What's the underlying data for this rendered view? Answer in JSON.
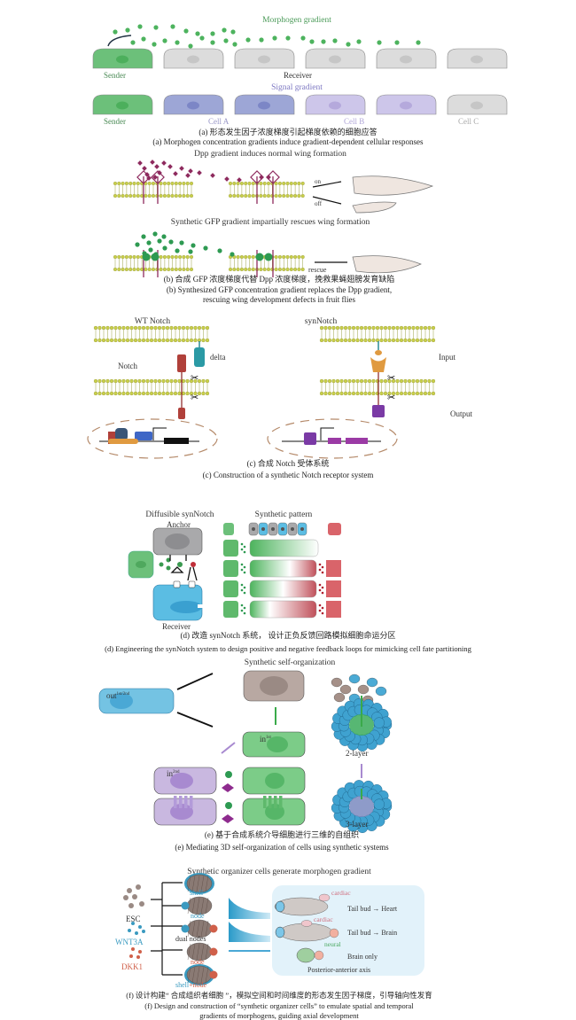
{
  "panel_a": {
    "title": "Morphogen gradient",
    "sender": "Sender",
    "receiver": "Receiver",
    "signal_title": "Signal gradient",
    "sender2": "Sender",
    "cell_a": "Cell A",
    "cell_b": "Cell B",
    "cell_c": "Cell C",
    "caption_cn": "(a) 形态发生因子浓度梯度引起梯度依赖的细胞应答",
    "caption_en": "(a) Morphogen concentration gradients induce gradient-dependent cellular responses"
  },
  "panel_b": {
    "title1": "Dpp gradient induces normal wing formation",
    "on": "on",
    "off": "off",
    "title2": "Synthetic GFP gradient impartially rescues wing formation",
    "rescue": "rescue",
    "caption_cn": "(b) 合成 GFP 浓度梯度代替 Dpp 浓度梯度，挽救果蝇翅膀发育缺陷",
    "caption_en1": "(b) Synthesized GFP concentration gradient replaces the Dpp gradient,",
    "caption_en2": "rescuing wing development defects in fruit flies"
  },
  "panel_c": {
    "wt": "WT Notch",
    "syn": "synNotch",
    "delta": "delta",
    "notch": "Notch",
    "input": "Input",
    "output": "Output",
    "caption_cn": "(c) 合成 Notch 受体系统",
    "caption_en": "(c) Construction of a synthetic Notch receptor system"
  },
  "panel_d": {
    "title1": "Diffusible synNotch",
    "title2": "Synthetic pattern",
    "anchor": "Anchor",
    "receiver": "Receiver",
    "caption_cn": "(d) 改造 synNotch 系统， 设计正负反馈回路模拟细胞命运分区",
    "caption_en": "(d) Engineering the synNotch system to design positive and negative feedback loops for mimicking cell fate partitioning"
  },
  "panel_e": {
    "title": "Synthetic self-organization",
    "out": "out",
    "out_sup": "1st/2nd",
    "in1": "in",
    "in1_sup": "1st",
    "in2": "in",
    "in2_sup": "2nd",
    "layer2": "2-layer",
    "layer3": "3-layer",
    "caption_cn": "(e) 基于合成系统介导细胞进行三维的自组织",
    "caption_en": "(e) Mediating 3D self-organization of cells using synthetic systems"
  },
  "panel_f": {
    "title": "Synthetic organizer cells generate morphogen gradient",
    "esc": "ESC",
    "wnt3a": "WNT3A",
    "dkk1": "DKK1",
    "shell": "shell",
    "node1": "node",
    "dual": "dual nodes",
    "node2": "node",
    "shell_node_a": "shell",
    "shell_node_b": "+node",
    "cardiac1": "cardiac",
    "cardiac2": "cardiac",
    "neural": "neural",
    "heart": "Tail bud → Heart",
    "brain": "Tail bud → Brain",
    "brain_only": "Brain only",
    "axis": "Posterior-anterior axis",
    "caption_cn": "(f) 设计构建“ 合成组织者细胞 ”，模拟空间和时间维度的形态发生因子梯度，引导轴向性发育",
    "caption_en1": "(f) Design and construction of “synthetic organizer cells” to emulate spatial and temporal",
    "caption_en2": "gradients of morphogens, guiding axial development"
  },
  "colors": {
    "green": "#5cb96a",
    "gray": "#d9d9d9",
    "blue_cell": "#9da6d6",
    "lilac": "#cdc6ea",
    "dpp": "#8e2b5e",
    "membrane": "#c8cf4a",
    "cyan": "#5bbde3",
    "red": "#c9545a"
  }
}
